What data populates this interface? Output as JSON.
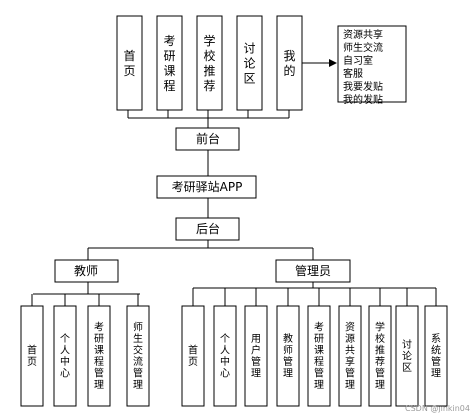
{
  "frontend_modules": [
    "首页",
    "考研课程",
    "学校推荐",
    "讨论区",
    "我的"
  ],
  "my_sub_items": [
    "资源共享",
    "师生交流",
    "自习室",
    "客服",
    "我要发贴",
    "我的发贴"
  ],
  "frontend_label": "前台",
  "app_title": "考研驿站APP",
  "backend_label": "后台",
  "teacher": {
    "label": "教师",
    "modules": [
      "首页",
      "个人中心",
      "考研课程管理",
      "师生交流管理"
    ]
  },
  "admin": {
    "label": "管理员",
    "modules": [
      "首页",
      "个人中心",
      "用户管理",
      "教师管理",
      "考研课程管理",
      "资源共享管理",
      "学校推荐管理",
      "讨论区",
      "系统管理"
    ]
  },
  "watermark": "CSDN @jinkin04",
  "colors": {
    "line": "#000000",
    "box_fill": "#ffffff",
    "watermark": "#9a9a9a"
  }
}
